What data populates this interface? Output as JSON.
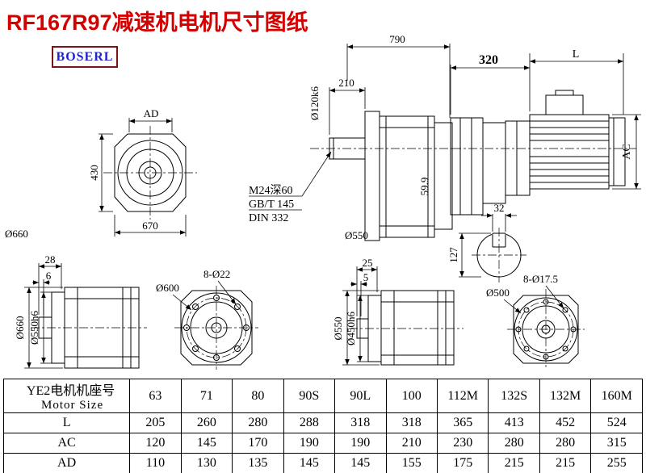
{
  "page": {
    "title": "RF167R97减速机电机尺寸图纸",
    "brand": "BOSERL"
  },
  "drawing": {
    "front_view": {
      "ad": "AD",
      "height": "430",
      "width": "670",
      "od": "Ø660"
    },
    "side_view": {
      "overall_length": "790",
      "shaft_length": "210",
      "shaft_dia": "Ø120k6",
      "note_line1": "M24深60",
      "note_line2": "GB/T 145",
      "note_line3": "DIN 332",
      "dim_599": "59.9",
      "flange_dia": "Ø550"
    },
    "motor_view": {
      "adapter_length": "320",
      "motor_length": "L",
      "motor_dia": "AC"
    },
    "shaft_section": {
      "key_width": "32",
      "dim_127": "127"
    },
    "flange_side_1": {
      "dim_28": "28",
      "dim_6": "6",
      "od": "Ø660",
      "spigot": "Ø550h6"
    },
    "flange_front_1": {
      "bolt_circle": "Ø600",
      "holes": "8-Ø22"
    },
    "flange_side_2": {
      "dim_25": "25",
      "dim_5": "5",
      "od": "Ø550",
      "spigot": "Ø450h6"
    },
    "flange_front_2": {
      "bolt_circle": "Ø500",
      "holes": "8-Ø17.5"
    }
  },
  "table": {
    "header": {
      "line1": "YE2电机机座号",
      "line2": "Motor Size"
    },
    "columns": [
      "63",
      "71",
      "80",
      "90S",
      "90L",
      "100",
      "112M",
      "132S",
      "132M",
      "160M"
    ],
    "rows": [
      {
        "label": "L",
        "values": [
          "205",
          "260",
          "280",
          "288",
          "318",
          "318",
          "365",
          "413",
          "452",
          "524"
        ]
      },
      {
        "label": "AC",
        "values": [
          "120",
          "145",
          "170",
          "190",
          "190",
          "210",
          "230",
          "280",
          "280",
          "315"
        ]
      },
      {
        "label": "AD",
        "values": [
          "110",
          "130",
          "135",
          "145",
          "145",
          "155",
          "175",
          "215",
          "215",
          "255"
        ]
      }
    ]
  }
}
